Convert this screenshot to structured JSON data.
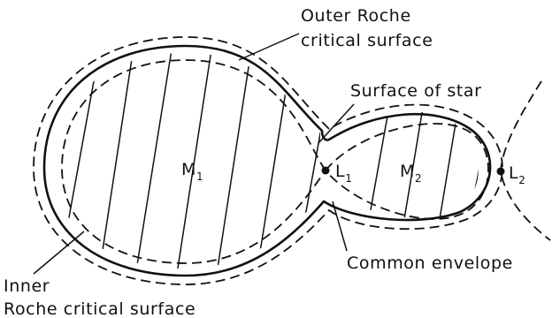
{
  "labels": {
    "outer_roche_line1": "Outer Roche",
    "outer_roche_line2": "critical surface",
    "surface_of_star": "Surface of star",
    "inner_line1": "Inner",
    "inner_line2": "Roche critical surface",
    "common_envelope": "Common envelope",
    "mass1_main": "M",
    "mass1_sub": "1",
    "mass2_main": "M",
    "mass2_sub": "2",
    "lagrange1_main": "L",
    "lagrange1_sub": "1",
    "lagrange2_main": "L",
    "lagrange2_sub": "2"
  },
  "colors": {
    "ink": "#111111",
    "background": "#ffffff"
  }
}
